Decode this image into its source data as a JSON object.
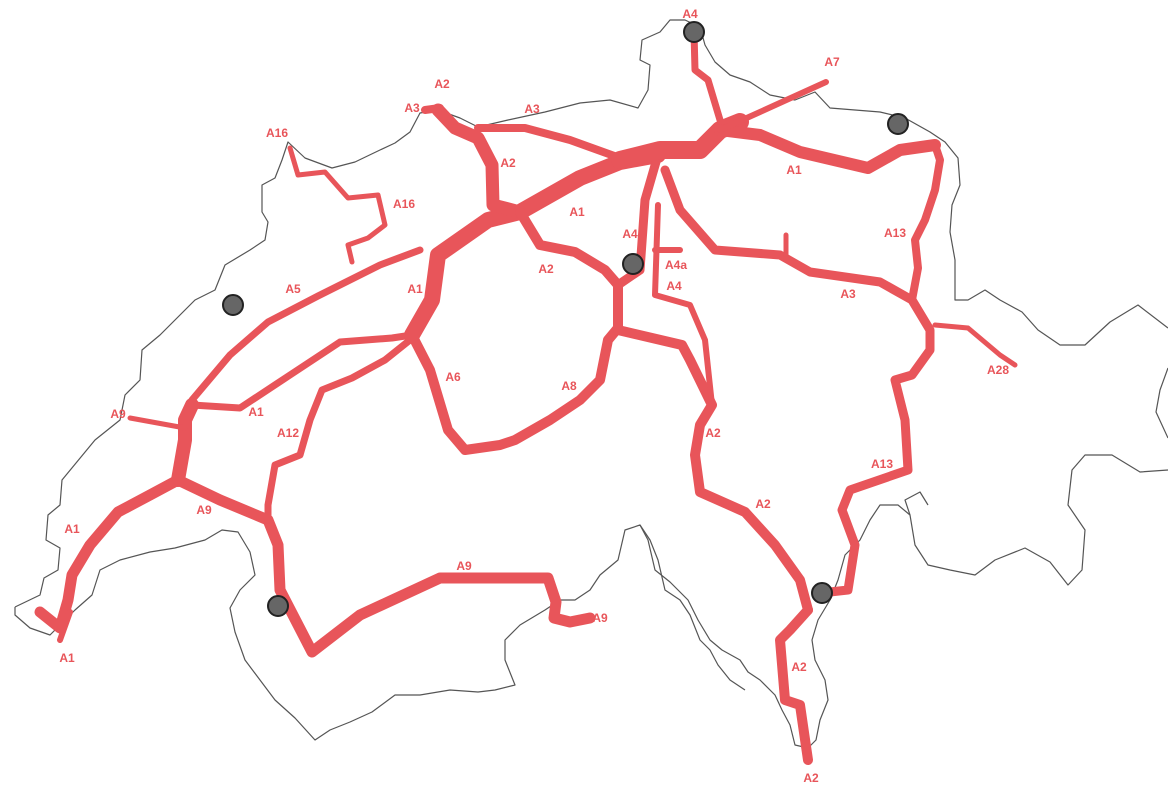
{
  "map": {
    "road_color": "#e8555a",
    "border_color": "#555555",
    "city_marker_color": "#666666",
    "labels": {
      "a4_schaffhausen": "A4",
      "a7": "A7",
      "a2_basel": "A2",
      "a3_basel": "A3",
      "a3_north": "A3",
      "a16_top": "A16",
      "a16_mid": "A16",
      "a2_hauenstein": "A2",
      "a1_olten": "A1",
      "a1_east": "A1",
      "a4_zug": "A4",
      "a4a": "A4a",
      "a4_south": "A4",
      "a2_luzern": "A2",
      "a13_north": "A13",
      "a3_walensee": "A3",
      "a5": "A5",
      "a1_bern": "A1",
      "a28": "A28",
      "a6": "A6",
      "a8": "A8",
      "a9_lausanne": "A9",
      "a1_west": "A1",
      "a12": "A12",
      "a2_gotthard": "A2",
      "a13_south": "A13",
      "a9_vaud": "A9",
      "a2_ticino": "A2",
      "a1_geneva_north": "A1",
      "a9_east": "A9",
      "a9_simplon": "A9",
      "a2_lugano": "A2",
      "a1_geneva": "A1",
      "a2_chiasso": "A2"
    }
  }
}
